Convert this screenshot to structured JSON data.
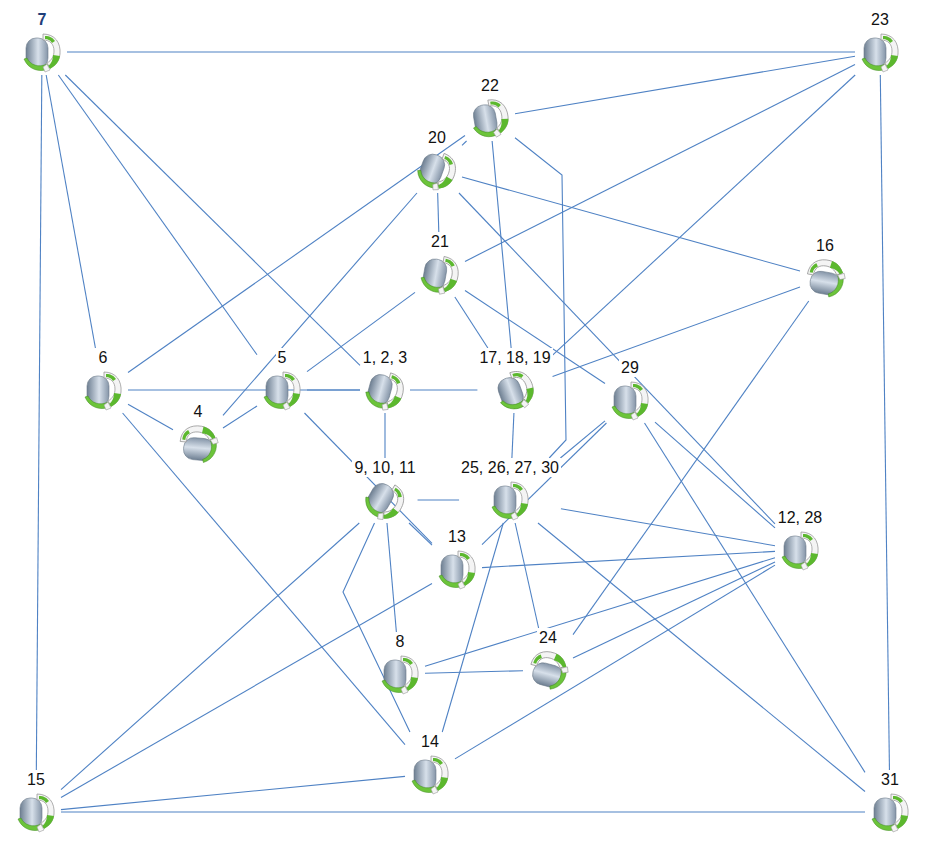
{
  "diagram": {
    "nodes": [
      {
        "text": [
          "7"
        ]
      },
      {
        "text": [
          "23"
        ]
      },
      {
        "text": [
          "22"
        ]
      },
      {
        "text": [
          "20"
        ]
      },
      {
        "text": [
          "21"
        ]
      },
      {
        "text": [
          "16"
        ]
      },
      {
        "text": [
          "6"
        ]
      },
      {
        "text": [
          "4"
        ]
      },
      {
        "text": [
          "5"
        ]
      },
      {
        "text": [
          "1, 2, 3"
        ]
      },
      {
        "text": [
          "17, 18, 19"
        ]
      },
      {
        "text": [
          "29"
        ]
      },
      {
        "text": [
          "9, 10, 11"
        ]
      },
      {
        "text": [
          "25, 26, 27, 30"
        ]
      },
      {
        "text": [
          "13"
        ]
      },
      {
        "text": [
          "12, 28"
        ]
      },
      {
        "text": [
          "8"
        ]
      },
      {
        "text": [
          "24"
        ]
      },
      {
        "text": [
          "14"
        ]
      },
      {
        "text": [
          "15"
        ]
      },
      {
        "text": [
          "31"
        ]
      }
    ],
    "edges": [
      {
        "from": 0,
        "to": 1,
        "arrow": "none"
      },
      {
        "from": 0,
        "to": 19,
        "arrow": "none"
      },
      {
        "from": 0,
        "to": 6,
        "arrow": "none"
      },
      {
        "from": 0,
        "to": 8,
        "arrow": "none"
      },
      {
        "from": 0,
        "to": 9,
        "arrow": "none"
      },
      {
        "from": 1,
        "to": 2,
        "arrow": "none"
      },
      {
        "from": 1,
        "to": 4,
        "arrow": "none"
      },
      {
        "from": 1,
        "to": 10,
        "arrow": "none"
      },
      {
        "from": 1,
        "to": 20,
        "arrow": "none"
      },
      {
        "from": 2,
        "to": 3,
        "arrow": "none"
      },
      {
        "from": 2,
        "to": 10,
        "arrow": "none"
      },
      {
        "from": 2,
        "to": 13,
        "arrow": "none"
      },
      {
        "from": 6,
        "to": 2,
        "arrow": "none"
      },
      {
        "from": 3,
        "to": 4,
        "arrow": "none"
      },
      {
        "from": 7,
        "to": 3,
        "arrow": "none"
      },
      {
        "from": 3,
        "to": 5,
        "arrow": "none"
      },
      {
        "from": 3,
        "to": 15,
        "arrow": "none"
      },
      {
        "from": 4,
        "to": 8,
        "arrow": "none"
      },
      {
        "from": 4,
        "to": 10,
        "arrow": "none"
      },
      {
        "from": 4,
        "to": 11,
        "arrow": "none"
      },
      {
        "from": 5,
        "to": 10,
        "arrow": "none"
      },
      {
        "from": 5,
        "to": 17,
        "arrow": "none"
      },
      {
        "from": 6,
        "to": 7,
        "arrow": "none"
      },
      {
        "from": 6,
        "to": 9,
        "arrow": "none"
      },
      {
        "from": 6,
        "to": 18,
        "arrow": "none"
      },
      {
        "from": 7,
        "to": 8,
        "arrow": "none"
      },
      {
        "from": 8,
        "to": 9,
        "arrow": "none"
      },
      {
        "from": 8,
        "to": 14,
        "arrow": "none"
      },
      {
        "from": 9,
        "to": 10,
        "arrow": "none"
      },
      {
        "from": 9,
        "to": 12,
        "arrow": "none"
      },
      {
        "from": 10,
        "to": 13,
        "arrow": "none"
      },
      {
        "from": 11,
        "to": 13,
        "arrow": "none"
      },
      {
        "from": 11,
        "to": 15,
        "arrow": "none"
      },
      {
        "from": 11,
        "to": 14,
        "arrow": "none"
      },
      {
        "from": 11,
        "to": 20,
        "arrow": "none"
      },
      {
        "from": 12,
        "to": 13,
        "arrow": "none"
      },
      {
        "from": 12,
        "to": 14,
        "arrow": "none"
      },
      {
        "from": 12,
        "to": 16,
        "arrow": "none"
      },
      {
        "from": 12,
        "to": 19,
        "arrow": "none"
      },
      {
        "from": 12,
        "to": 18,
        "arrow": "none"
      },
      {
        "from": 13,
        "to": 15,
        "arrow": "none"
      },
      {
        "from": 13,
        "to": 17,
        "arrow": "none"
      },
      {
        "from": 13,
        "to": 18,
        "arrow": "none"
      },
      {
        "from": 13,
        "to": 20,
        "arrow": "none"
      },
      {
        "from": 14,
        "to": 15,
        "arrow": "none"
      },
      {
        "from": 14,
        "to": 19,
        "arrow": "none"
      },
      {
        "from": 15,
        "to": 16,
        "arrow": "none"
      },
      {
        "from": 15,
        "to": 17,
        "arrow": "none"
      },
      {
        "from": 15,
        "to": 18,
        "arrow": "none"
      },
      {
        "from": 16,
        "to": 17,
        "arrow": "none"
      },
      {
        "from": 18,
        "to": 19,
        "arrow": "none"
      },
      {
        "from": 19,
        "to": 20,
        "arrow": "none"
      }
    ]
  }
}
